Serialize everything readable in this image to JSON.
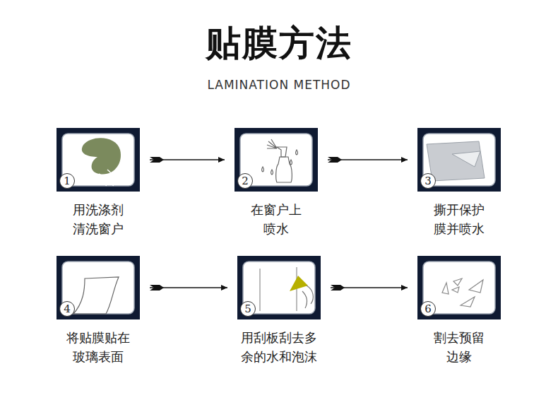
{
  "diagram": {
    "title": "贴膜方法",
    "nodes": [
      {
        "text": [
          "1",
          "用洗涤剂 清洗窗户"
        ]
      },
      {
        "text": [
          "2",
          "在窗户上 喷水"
        ]
      },
      {
        "text": [
          "3",
          "撕开保护 膜并喷水"
        ]
      },
      {
        "text": [
          "4",
          "将贴膜贴在 玻璃表面"
        ]
      },
      {
        "text": [
          "5",
          "用刮板刮去多 余的水和泡沫"
        ]
      },
      {
        "text": [
          "6",
          "割去预留 边缘"
        ]
      }
    ],
    "edges": [
      {
        "from": 0,
        "to": 1,
        "arrow": "to"
      },
      {
        "from": 1,
        "to": 2,
        "arrow": "to"
      },
      {
        "from": 3,
        "to": 4,
        "arrow": "to"
      },
      {
        "from": 4,
        "to": 5,
        "arrow": "to"
      }
    ],
    "labels": [
      "LAMINATION METHOD"
    ]
  }
}
